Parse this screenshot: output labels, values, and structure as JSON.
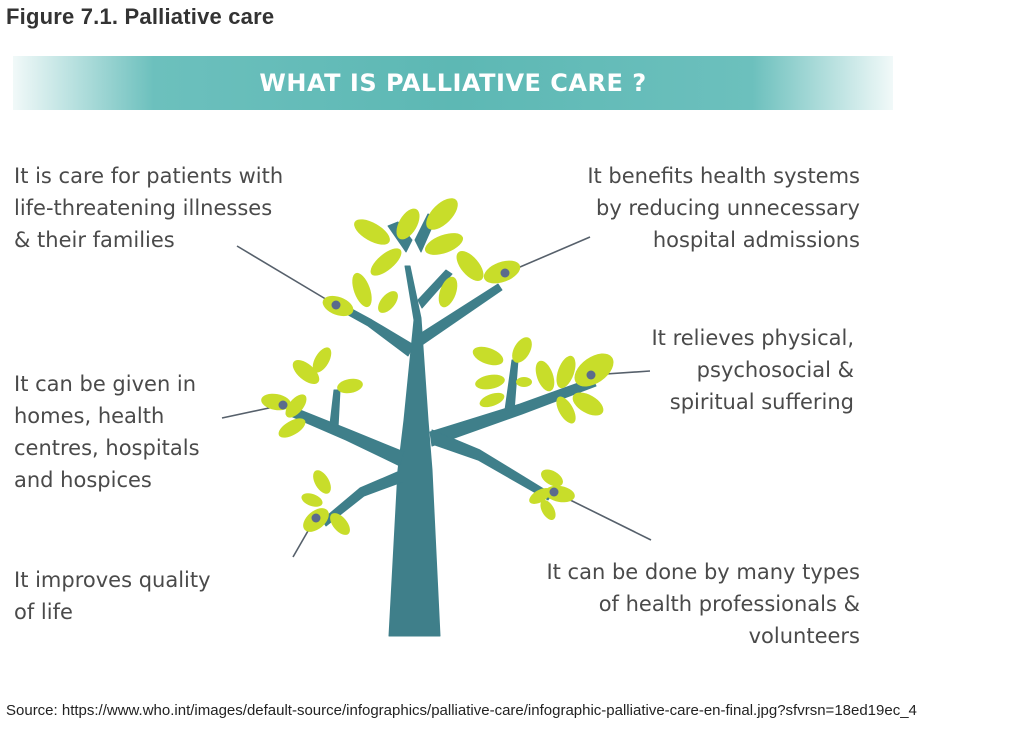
{
  "figure_title": "Figure 7.1. Palliative care",
  "banner": {
    "title": "WHAT IS PALLIATIVE CARE ?",
    "color": "#5db8b4"
  },
  "colors": {
    "trunk": "#3f7f8a",
    "leaf": "#c5dc27",
    "leaf_dark": "#b1cc1a",
    "pointer": "#5b6b8c",
    "text": "#4a4a4a"
  },
  "callouts": [
    {
      "id": "patients",
      "lines": [
        "It is care for patients with",
        "life-threatening illnesses",
        "& their families"
      ]
    },
    {
      "id": "health-systems",
      "lines": [
        "It benefits health systems",
        "by reducing unnecessary",
        "hospital admissions"
      ]
    },
    {
      "id": "settings",
      "lines": [
        "It can be given in",
        "homes, health",
        "centres, hospitals",
        "and hospices"
      ]
    },
    {
      "id": "suffering",
      "lines": [
        "It relieves physical,",
        "psychosocial &",
        "spiritual suffering"
      ]
    },
    {
      "id": "quality",
      "lines": [
        "It improves quality",
        "of life"
      ]
    },
    {
      "id": "professionals",
      "lines": [
        "It can be done by many types",
        "of health professionals &",
        "volunteers"
      ]
    }
  ],
  "source": "Source: https://www.who.int/images/default-source/infographics/palliative-care/infographic-palliative-care-en-final.jpg?sfvrsn=18ed19ec_4"
}
